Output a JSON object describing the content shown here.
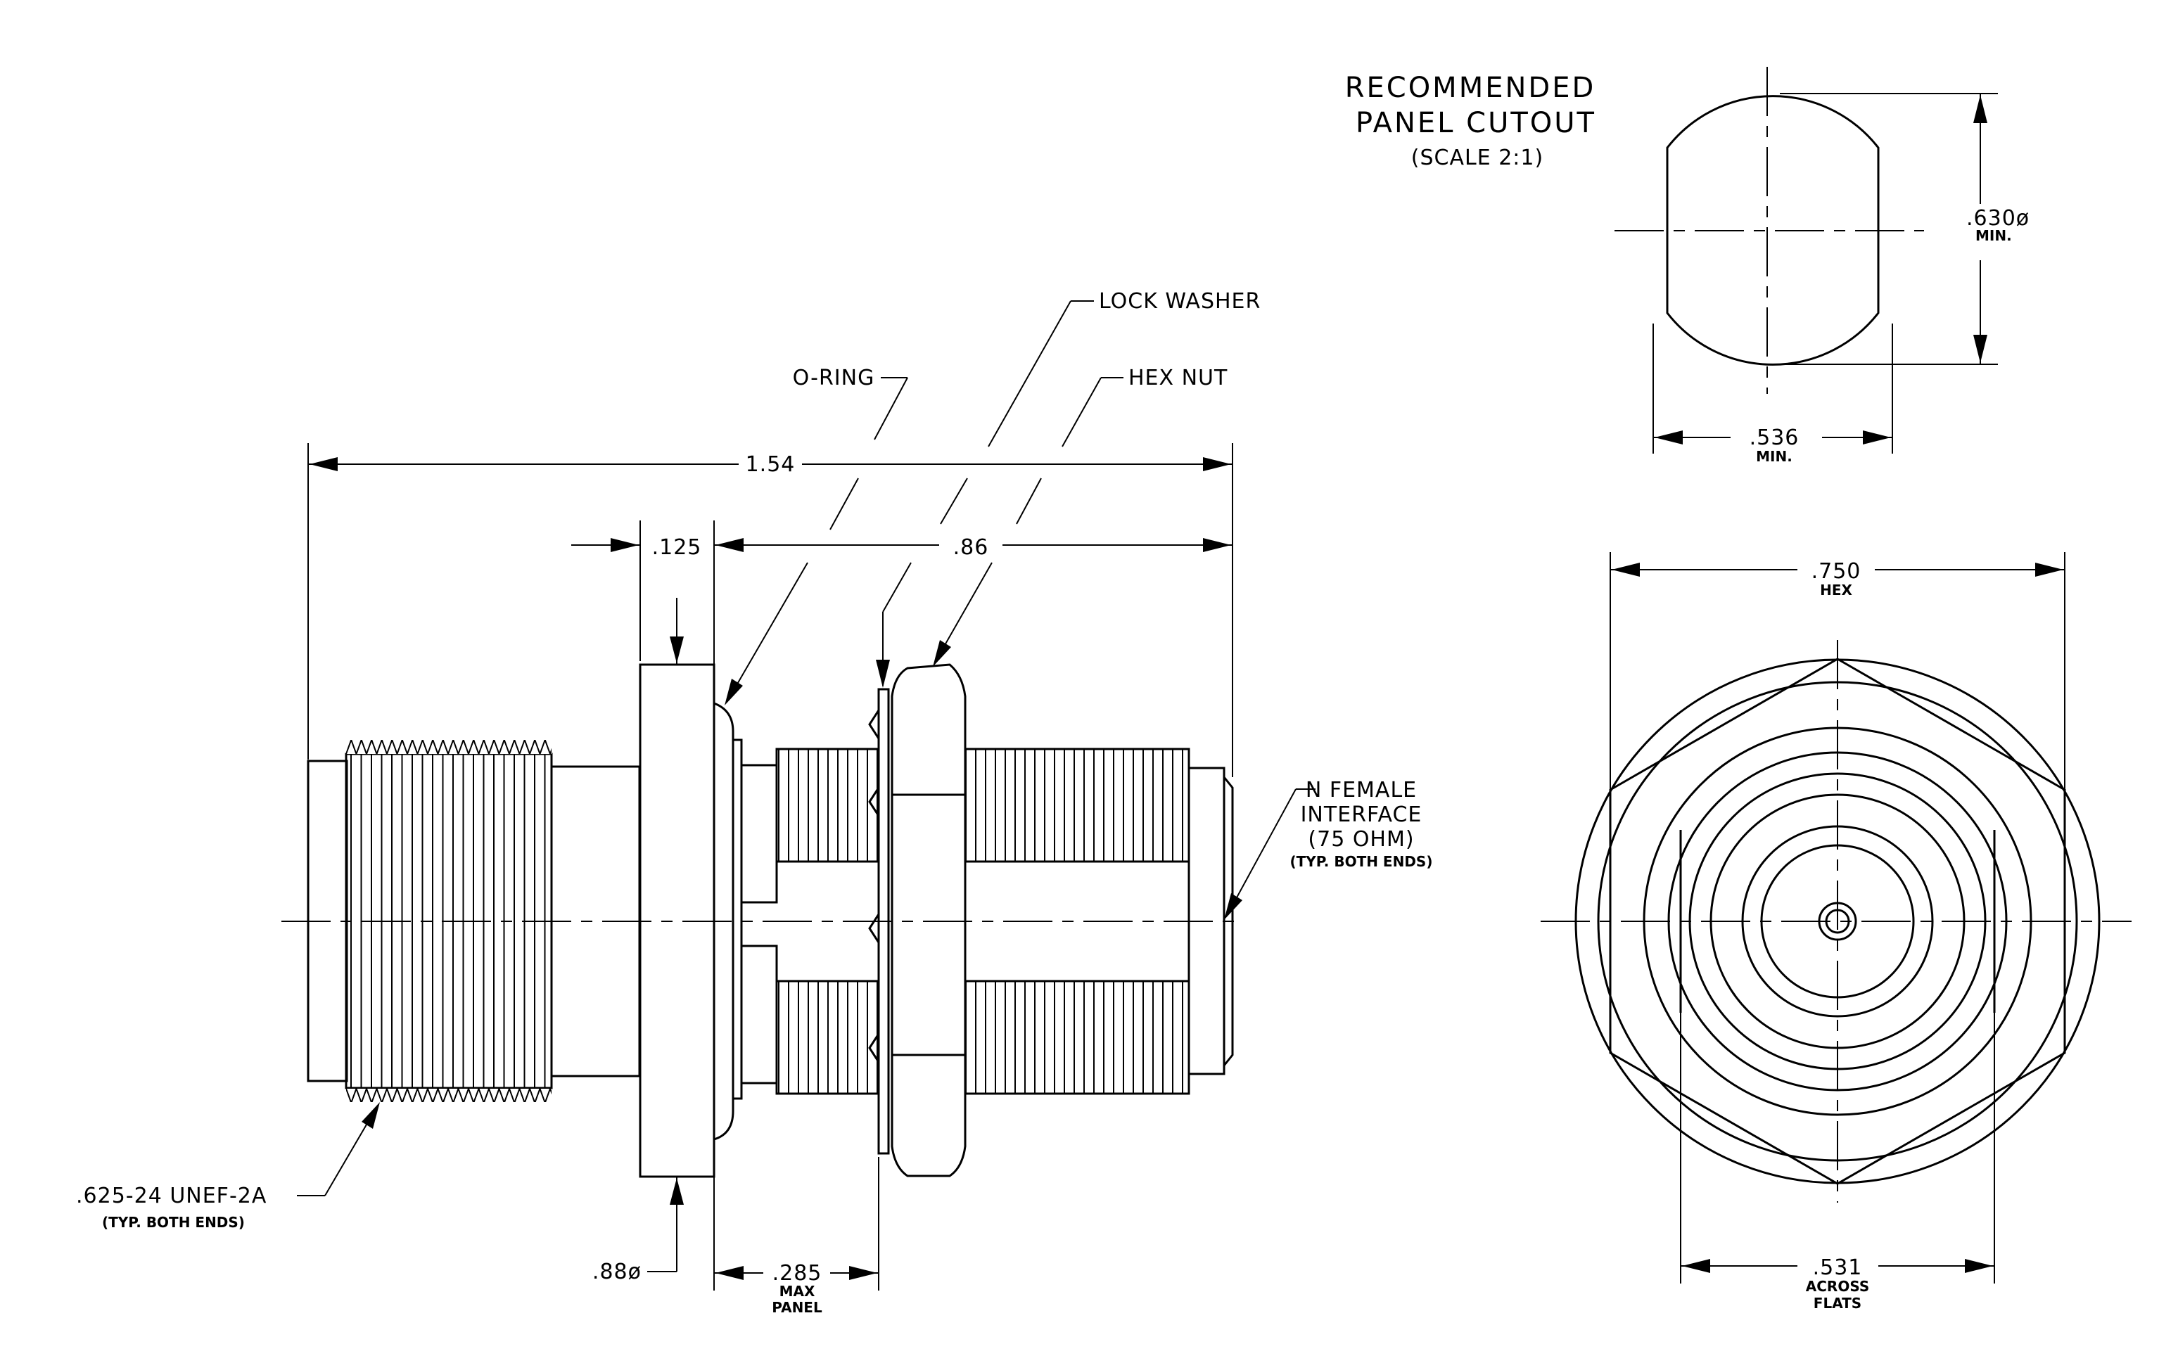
{
  "cutout_view": {
    "title_line1": "RECOMMENDED",
    "title_line2": "PANEL CUTOUT",
    "scale_note": "(SCALE 2:1)",
    "diameter_value": ".630ø",
    "diameter_note": "MIN.",
    "width_value": ".536",
    "width_note": "MIN."
  },
  "side_view": {
    "overall_length": "1.54",
    "flange_thickness": ".125",
    "rear_length": ".86",
    "flange_diameter": ".88ø",
    "panel_value": ".285",
    "panel_note_1": "MAX",
    "panel_note_2": "PANEL",
    "callout_lock_washer": "LOCK WASHER",
    "callout_o_ring": "O-RING",
    "callout_hex_nut": "HEX NUT",
    "callout_interface_1": "N FEMALE",
    "callout_interface_2": "INTERFACE",
    "callout_interface_3": "(75 OHM)",
    "callout_interface_4": "(TYP. BOTH ENDS)",
    "thread_spec": ".625-24 UNEF-2A",
    "thread_note": "(TYP. BOTH ENDS)"
  },
  "end_view": {
    "hex_value": ".750",
    "hex_note": "HEX",
    "flats_value": ".531",
    "flats_note_1": "ACROSS",
    "flats_note_2": "FLATS"
  }
}
